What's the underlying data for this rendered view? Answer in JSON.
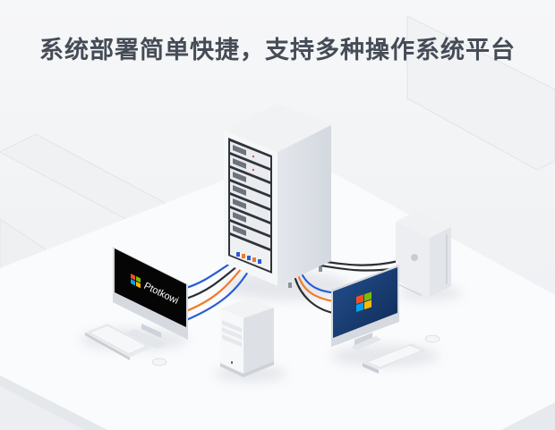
{
  "header": {
    "title": "系统部署简单快捷，支持多种操作系统平台"
  },
  "illustration": {
    "description": "Isometric server rack connected by cables to multiple client computers",
    "left_monitor": {
      "screen_text": "Ptotkowi",
      "screen_bg": "#050505",
      "logo": "windows-logo-icon"
    },
    "right_monitor": {
      "screen_bg": "#1a3c6e",
      "logo": "windows-logo-icon"
    },
    "cable_colors": {
      "blue": "#2a5bd7",
      "orange": "#f07a2a",
      "black": "#2b2e33"
    },
    "right_tower_logo": "apple-logo-icon"
  },
  "colors": {
    "background": "#f3f4f6",
    "title_text": "#454c57",
    "device_white": "#f4f5f7",
    "device_side": "#dfe2e7"
  }
}
